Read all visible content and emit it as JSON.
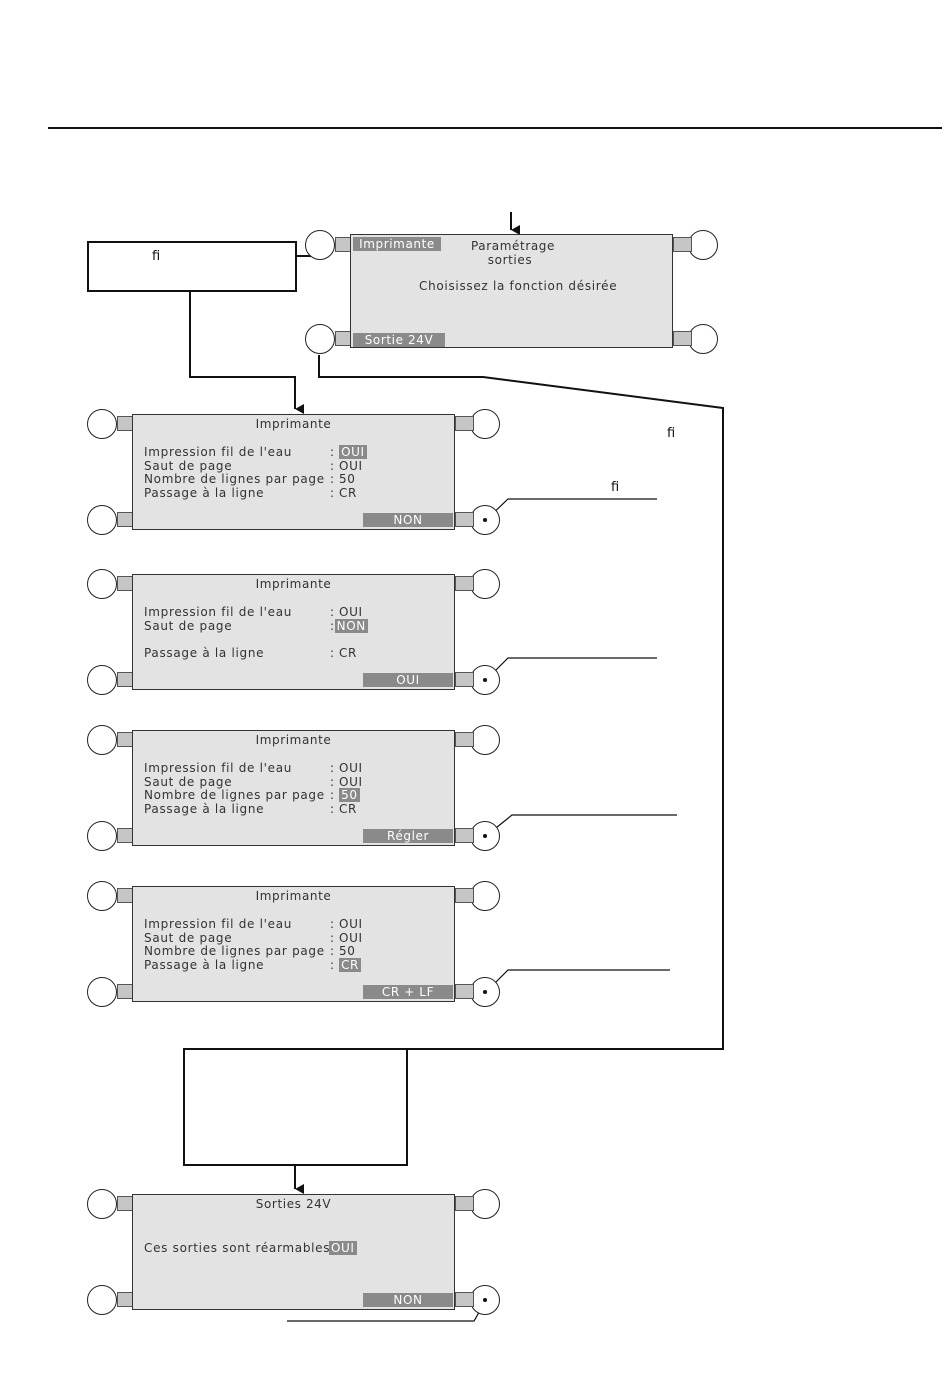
{
  "notes": {
    "fi_top_box": "ﬁ",
    "fi_right_1": "ﬁ",
    "fi_right_2": "ﬁ"
  },
  "main_screen": {
    "title_line1": "Paramétrage",
    "title_line2": "sorties",
    "message": "Choisissez la fonction désirée",
    "key_top_left": "Imprimante",
    "key_bottom_left": "Sortie 24V"
  },
  "printer_screens": [
    {
      "title": "Imprimante",
      "rows": [
        {
          "label": "Impression fil de l'eau",
          "value": ": OUI",
          "highlight": true
        },
        {
          "label": "Saut de page",
          "value": ": OUI",
          "highlight": false
        },
        {
          "label": "Nombre de lignes par page",
          "value": ": 50",
          "highlight": false
        },
        {
          "label": "Passage à la ligne",
          "value": ": CR",
          "highlight": false
        }
      ],
      "softkey": "NON"
    },
    {
      "title": "Imprimante",
      "rows": [
        {
          "label": "Impression fil de l'eau",
          "value": ": OUI",
          "highlight": false
        },
        {
          "label": "Saut de page",
          "value": ": NON",
          "highlight": true
        },
        {
          "label": "",
          "value": "",
          "highlight": false
        },
        {
          "label": "Passage à la ligne",
          "value": ": CR",
          "highlight": false
        }
      ],
      "softkey": "OUI"
    },
    {
      "title": "Imprimante",
      "rows": [
        {
          "label": "Impression fil de l'eau",
          "value": ": OUI",
          "highlight": false
        },
        {
          "label": "Saut de page",
          "value": ": OUI",
          "highlight": false
        },
        {
          "label": "Nombre de lignes par page",
          "value": ": 50",
          "highlight": true
        },
        {
          "label": "Passage à la ligne",
          "value": ": CR",
          "highlight": false
        }
      ],
      "softkey": "Régler"
    },
    {
      "title": "Imprimante",
      "rows": [
        {
          "label": "Impression fil de l'eau",
          "value": ": OUI",
          "highlight": false
        },
        {
          "label": "Saut de page",
          "value": ": OUI",
          "highlight": false
        },
        {
          "label": "Nombre de lignes par page",
          "value": ": 50",
          "highlight": false
        },
        {
          "label": "Passage à la ligne",
          "value": ": CR",
          "highlight": true
        }
      ],
      "softkey": "CR + LF"
    }
  ],
  "outputs_screen": {
    "title": "Sorties 24V",
    "label": "Ces sorties sont réarmables :",
    "value": "OUI",
    "softkey": "NON"
  }
}
